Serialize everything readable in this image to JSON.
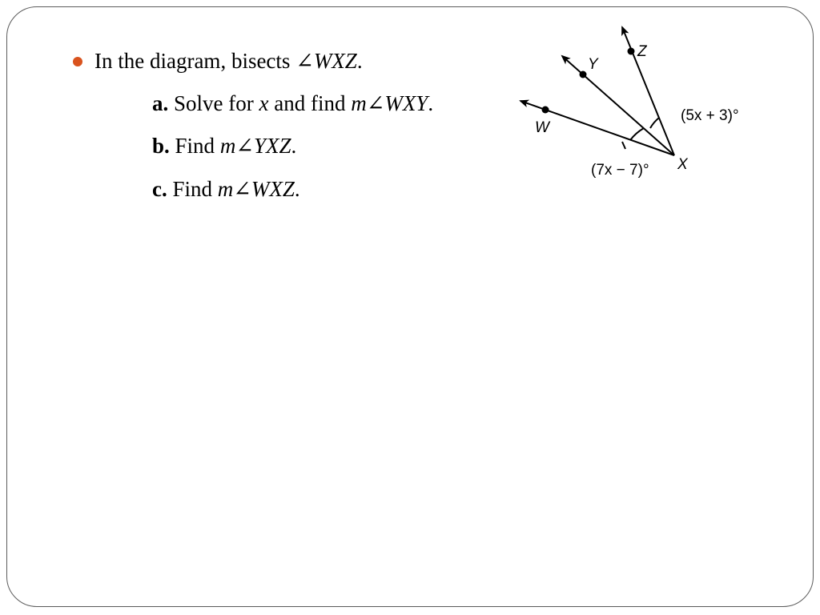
{
  "colors": {
    "bullet": "#d9531e",
    "text": "#000000",
    "border": "#5a5a5a"
  },
  "bullet": {
    "prefix": "In the diagram,  bisects ",
    "angle_symbol": "∠",
    "angle": "WXZ",
    "suffix": "."
  },
  "items": [
    {
      "label": "a.",
      "text1": " Solve for ",
      "var": "x",
      "text2": " and find ",
      "m": "m",
      "angle_symbol": "∠",
      "angle": "WXY",
      "suffix": "."
    },
    {
      "label": "b.",
      "text1": " Find ",
      "m": "m",
      "angle_symbol": "∠",
      "angle": "YXZ",
      "suffix": "."
    },
    {
      "label": "c.",
      "text1": " Find ",
      "m": "m",
      "angle_symbol": "∠",
      "angle": "WXZ",
      "suffix": "."
    }
  ],
  "diagram": {
    "points": {
      "w": "W",
      "y": "Y",
      "z": "Z",
      "x": "X"
    },
    "angle_labels": {
      "upper": "(5x + 3)°",
      "lower": "(7x − 7)°"
    }
  }
}
